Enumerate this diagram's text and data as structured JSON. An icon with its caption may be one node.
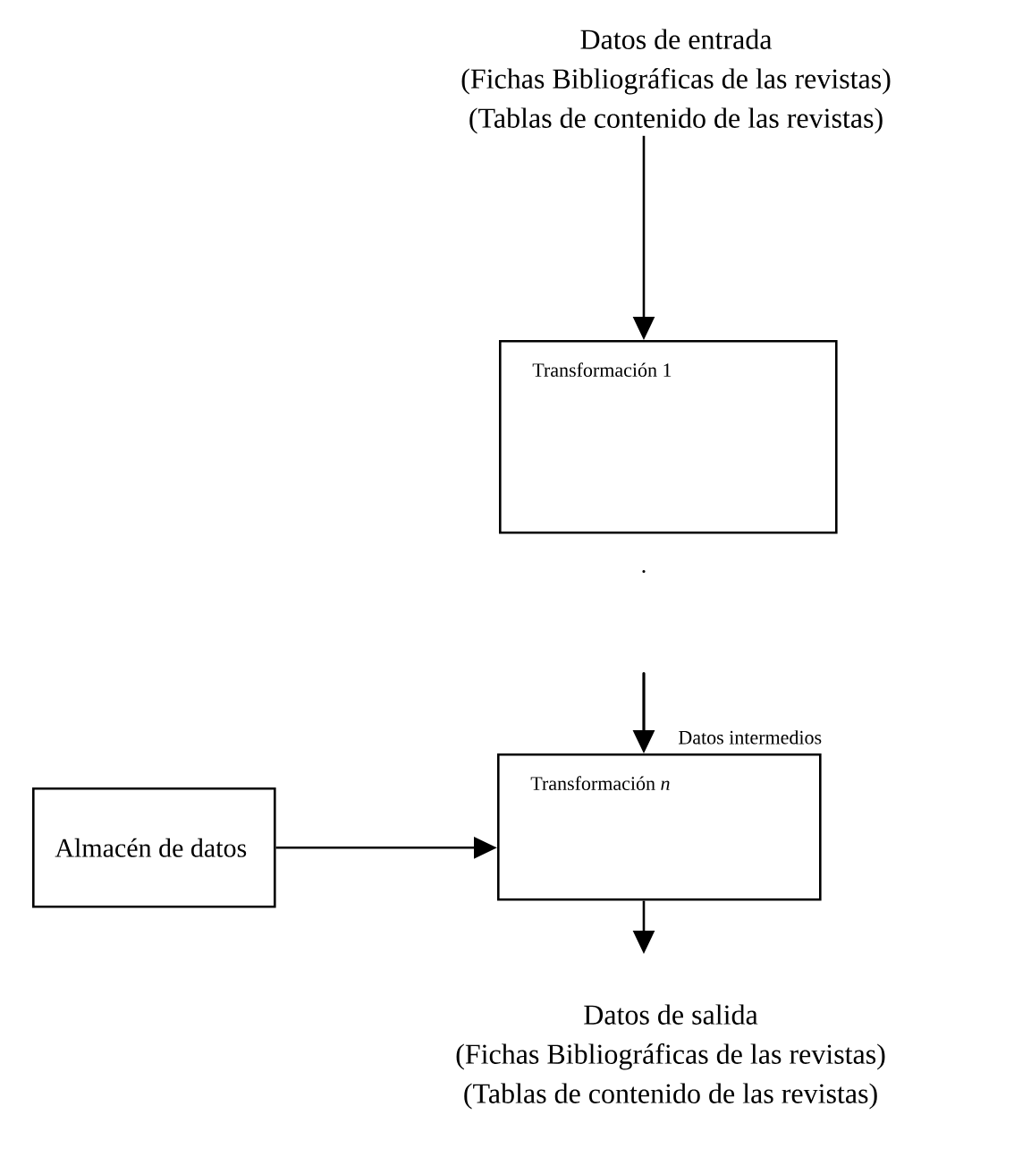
{
  "diagram": {
    "nodes": [
      {
        "text": [
          "Datos de entrada",
          "(Fichas Bibliográficas de las revistas)",
          "(Tablas de contenido de las revistas)"
        ]
      },
      {
        "text": [
          "Transformación 1"
        ]
      },
      {
        "text": [
          "Transformación *n*"
        ]
      },
      {
        "text": [
          "Almacén de datos"
        ]
      },
      {
        "text": [
          "Datos de salida",
          "(Fichas Bibliográficas de las revistas)",
          "(Tablas de contenido de las revistas)"
        ]
      }
    ],
    "edges": [
      {
        "from": 0,
        "to": 1,
        "arrow": "to"
      },
      {
        "from": 1,
        "to": 2,
        "arrow": "to",
        "style": "dashed",
        "label": "Datos intermedios"
      },
      {
        "from": 3,
        "to": 2,
        "arrow": "to"
      },
      {
        "from": 2,
        "to": 4,
        "arrow": "to"
      }
    ]
  }
}
